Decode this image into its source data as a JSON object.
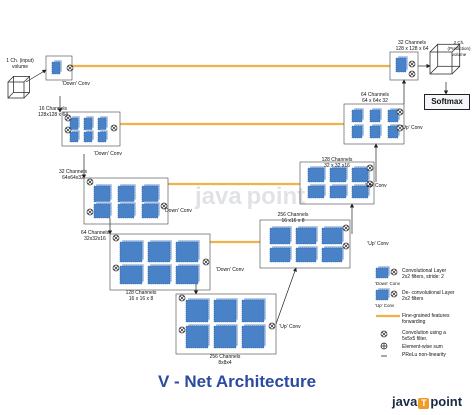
{
  "title": "V - Net Architecture",
  "brand": {
    "left": "java",
    "right": "point",
    "mark": "T"
  },
  "watermark": "java point",
  "softmax_label": "Softmax",
  "colors": {
    "block": "#4a82c8",
    "block_dark": "#2f63a8",
    "forward": "#f0b24a",
    "arrow": "#222222",
    "title": "#2b4aa0"
  },
  "labels": {
    "input": "1 Ch. (input)\nvolume",
    "enc1": "16 Channels\n128x128 x 64",
    "enc2": "32 Channels\n64x64x32",
    "enc3": "64 Channels\n32x32x16",
    "enc4": "128 Channels\n16 x 16 x 8",
    "bottom": "256 Channels\n8x8x4",
    "dec4": "256 Channels\n16 x16 x 8",
    "dec3": "128 Channels\n32 x 32 x16",
    "dec2": "64 Channels\n64 x 64x 32",
    "dec1": "32 Channels\n128 x 128 x 64",
    "output": "2 Ch. (Prediction)\nvolume"
  },
  "ops": {
    "down1": "'Down' Conv",
    "down2": "'Down' Conv",
    "down3": "'Down' Conv",
    "down4": "'Down' Conv",
    "up1": "'Up' Conv",
    "up2": "'Up' Conv",
    "up3": "'Up' Conv",
    "up4": "'Up' Conv"
  },
  "legend": [
    {
      "icon": "conv-layer-icon",
      "text": "Convolutional Layer\n2x2 filters, stride: 2",
      "sub": "'Down' Conv"
    },
    {
      "icon": "deconv-layer-icon",
      "text": "De- convolutional Layer\n2x2 filters",
      "sub": "'Up' Conv"
    },
    {
      "icon": "forward-line-icon",
      "text": "Fine-grained features\nforwarding"
    },
    {
      "icon": "conv5-icon",
      "text": "Convolution using a\n5x5x5 filter."
    },
    {
      "icon": "sum-icon",
      "text": "Element-wise sum"
    },
    {
      "icon": "prelu-icon",
      "text": "PReLu non-linearity"
    }
  ]
}
